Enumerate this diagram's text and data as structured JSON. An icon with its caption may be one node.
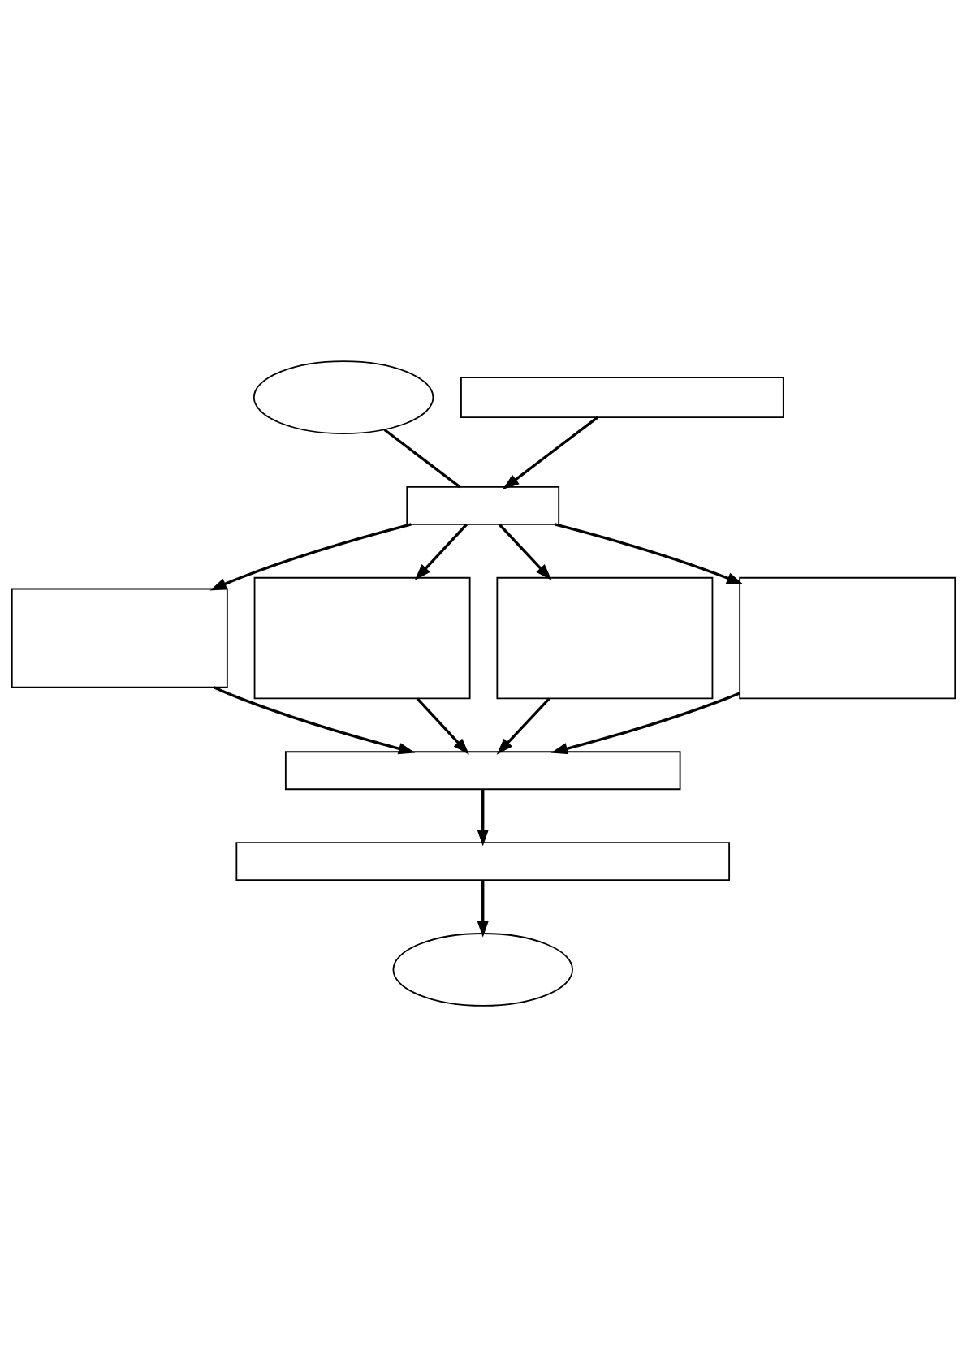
{
  "diagram": {
    "nodes": [
      {
        "text": [],
        "shape": "ellipse"
      },
      {
        "text": [],
        "shape": "box"
      },
      {
        "text": [],
        "shape": "box"
      },
      {
        "text": [],
        "shape": "box"
      },
      {
        "text": [],
        "shape": "box"
      },
      {
        "text": [],
        "shape": "box"
      },
      {
        "text": [],
        "shape": "box"
      },
      {
        "text": [],
        "shape": "box"
      },
      {
        "text": [],
        "shape": "box"
      },
      {
        "text": [],
        "shape": "ellipse"
      }
    ],
    "edges": [
      {
        "from": 0,
        "to": 2,
        "arrow": "none"
      },
      {
        "from": 1,
        "to": 2,
        "arrow": "to"
      },
      {
        "from": 2,
        "to": 3,
        "arrow": "to"
      },
      {
        "from": 2,
        "to": 4,
        "arrow": "to"
      },
      {
        "from": 2,
        "to": 5,
        "arrow": "to"
      },
      {
        "from": 2,
        "to": 6,
        "arrow": "to"
      },
      {
        "from": 3,
        "to": 7,
        "arrow": "to"
      },
      {
        "from": 4,
        "to": 7,
        "arrow": "to"
      },
      {
        "from": 5,
        "to": 7,
        "arrow": "to"
      },
      {
        "from": 6,
        "to": 7,
        "arrow": "to"
      },
      {
        "from": 7,
        "to": 8,
        "arrow": "to"
      },
      {
        "from": 8,
        "to": 9,
        "arrow": "to"
      }
    ]
  }
}
